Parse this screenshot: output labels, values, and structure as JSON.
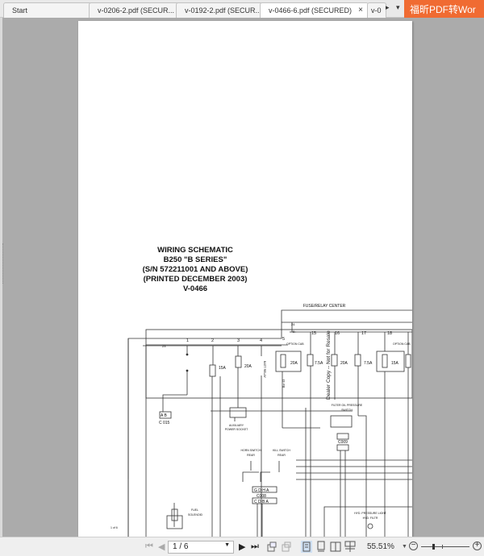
{
  "tabs": [
    {
      "label": "Start",
      "active": false
    },
    {
      "label": "v-0206-2.pdf (SECUR...",
      "active": false
    },
    {
      "label": "v-0192-2.pdf (SECUR...",
      "active": false
    },
    {
      "label": "v-0466-6.pdf (SECURED)",
      "active": true,
      "close": "×"
    },
    {
      "label": "v-0",
      "active": false
    }
  ],
  "tab_scroll": {
    "right": "▸",
    "menu": "▾"
  },
  "brand": {
    "label": "福昕PDF转Wor",
    "color": "#f06b32"
  },
  "document": {
    "title_lines": [
      "WIRING SCHEMATIC",
      "B250 \"B SERIES\"",
      "(S/N 572211001 AND ABOVE)",
      "(PRINTED DECEMBER 2003)",
      "V-0466"
    ],
    "page_footer": "1 of 6",
    "watermark": "Dealer Copy -- Not for Resale",
    "schematic": {
      "fuse_relay_center": "FUSE/RELAY CENTER",
      "columns": [
        "1",
        "2",
        "3",
        "4",
        "5",
        "15",
        "16",
        "17",
        "18"
      ],
      "fuses": [
        "15A",
        "20A",
        "20A",
        "7.5A",
        "20A",
        "7.5A",
        "15A"
      ],
      "option_cab": "OPTION CAB",
      "pins": {
        "p24": "24",
        "p9": "9",
        "p23": "23"
      },
      "connectors": {
        "c015": "C 015",
        "c008": "C008",
        "c009": "C009",
        "ab": "A B",
        "gdha": "G D H A",
        "cdba": "C D B A"
      },
      "labels": {
        "aux_socket_1": "AUXILIARY",
        "aux_socket_2": "POWER SOCKET",
        "horn_switch_1": "HORN SWITCH",
        "horn_switch_2": "REAR",
        "kill_switch_1": "KILL SWITCH",
        "kill_switch_2": "REAR",
        "fuel_solenoid_1": "FUEL",
        "fuel_solenoid_2": "SOLENOID",
        "filter_oil_1": "FILTER OIL PRESSURE",
        "filter_oil_2": "SWITCH",
        "hyd_light_1": "HYD. PRESSURE LIGHT",
        "hyd_light_2": "HYD. FILTR",
        "batt_relay": "BATT RELAY",
        "wire_43": "Bor 43"
      }
    }
  },
  "statusbar": {
    "first": "⏮",
    "prev": "◀",
    "page_input": "1 / 6",
    "next": "▶",
    "last": "⏭",
    "zoom_percent": "55.51%",
    "zoom_out": "−",
    "zoom_in": "+"
  }
}
